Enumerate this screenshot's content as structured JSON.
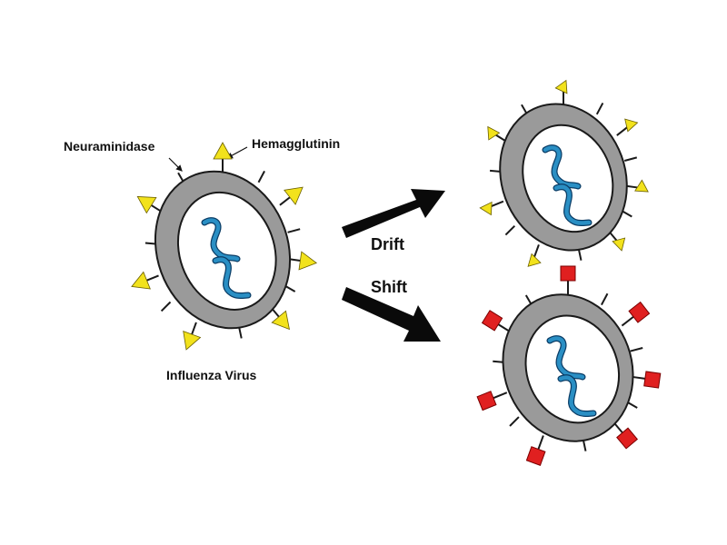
{
  "labels": {
    "neuraminidase": "Neuraminidase",
    "hemagglutinin": "Hemagglutinin",
    "virus": "Influenza Virus",
    "drift": "Drift",
    "shift": "Shift"
  },
  "colors": {
    "capsid": "#9a9a9a",
    "outline": "#1a1a1a",
    "rna": "#2a8fc4",
    "hemagglutinin_original": "#f2e21c",
    "hemagglutinin_shift": "#e02020",
    "arrow": "#0a0a0a"
  },
  "viruses": [
    {
      "id": "original",
      "antigen": "triangle",
      "antigen_color_key": "hemagglutinin_original"
    },
    {
      "id": "drift",
      "antigen": "small-triangle",
      "antigen_color_key": "hemagglutinin_original"
    },
    {
      "id": "shift",
      "antigen": "square",
      "antigen_color_key": "hemagglutinin_shift"
    }
  ]
}
